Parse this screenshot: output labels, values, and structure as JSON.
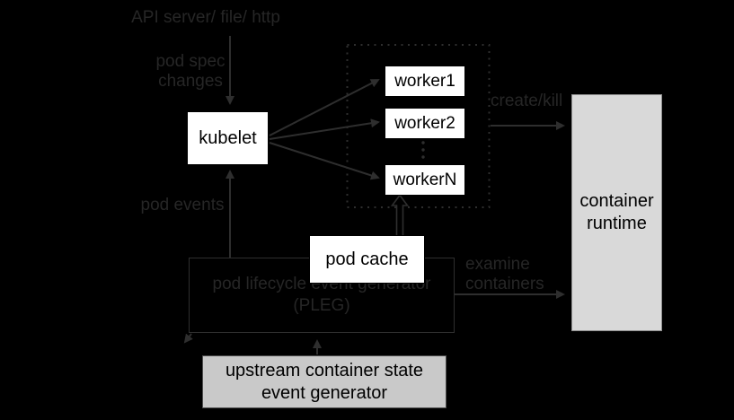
{
  "colors": {
    "background": "#000000",
    "line": "#2e2e2e",
    "faint_text": "#262626",
    "white_box_fill": "#ffffff",
    "white_box_text": "#000000",
    "runtime_fill": "#d9d9d9",
    "runtime_border": "#8f8f8f",
    "upstream_fill": "#c9c9c9",
    "upstream_border": "#4d4d4d"
  },
  "labels": {
    "api_server": "API server/ file/ http",
    "pod_spec_changes": "pod spec changes",
    "pod_events": "pod events",
    "create_kill": "create/kill",
    "examine_containers": "examine containers"
  },
  "nodes": {
    "kubelet": "kubelet",
    "worker1": "worker1",
    "worker2": "worker2",
    "workerN": "workerN",
    "pod_cache": "pod cache",
    "pleg": "pod lifecycle event generator (PLEG)",
    "container_runtime": "container runtime",
    "upstream_generator": "upstream container state event generator"
  }
}
